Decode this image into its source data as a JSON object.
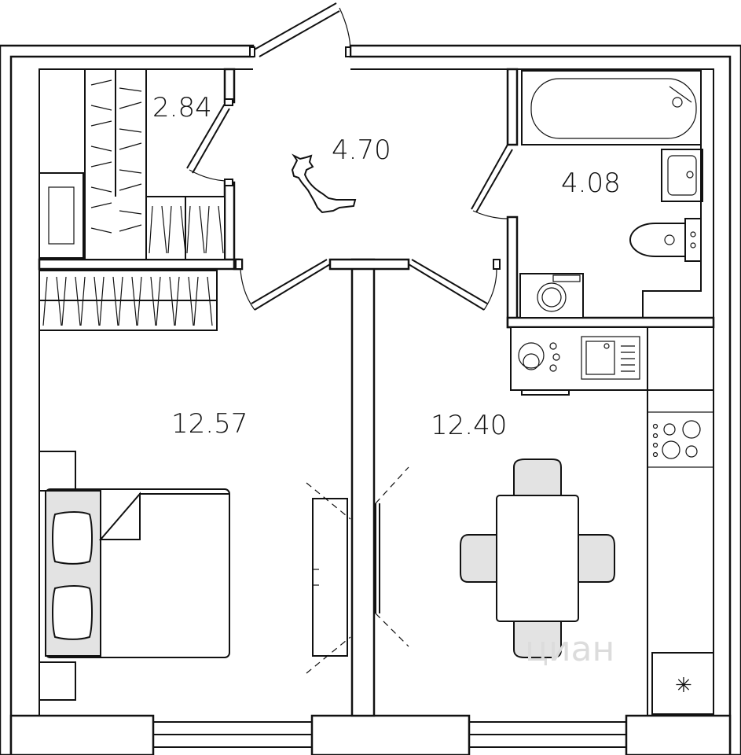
{
  "rooms": {
    "storage": {
      "area": "2.84"
    },
    "hallway": {
      "area": "4.70"
    },
    "bathroom": {
      "area": "4.08"
    },
    "bedroom": {
      "area": "12.57"
    },
    "kitchen": {
      "area": "12.40"
    }
  },
  "watermark": "циан",
  "fridge_symbol": "✳",
  "icons": [
    "dog-icon",
    "bed-icon",
    "dining-table-icon",
    "bathtub-icon",
    "toilet-icon",
    "washing-machine-icon",
    "sink-icon",
    "stove-icon",
    "fridge-icon"
  ]
}
